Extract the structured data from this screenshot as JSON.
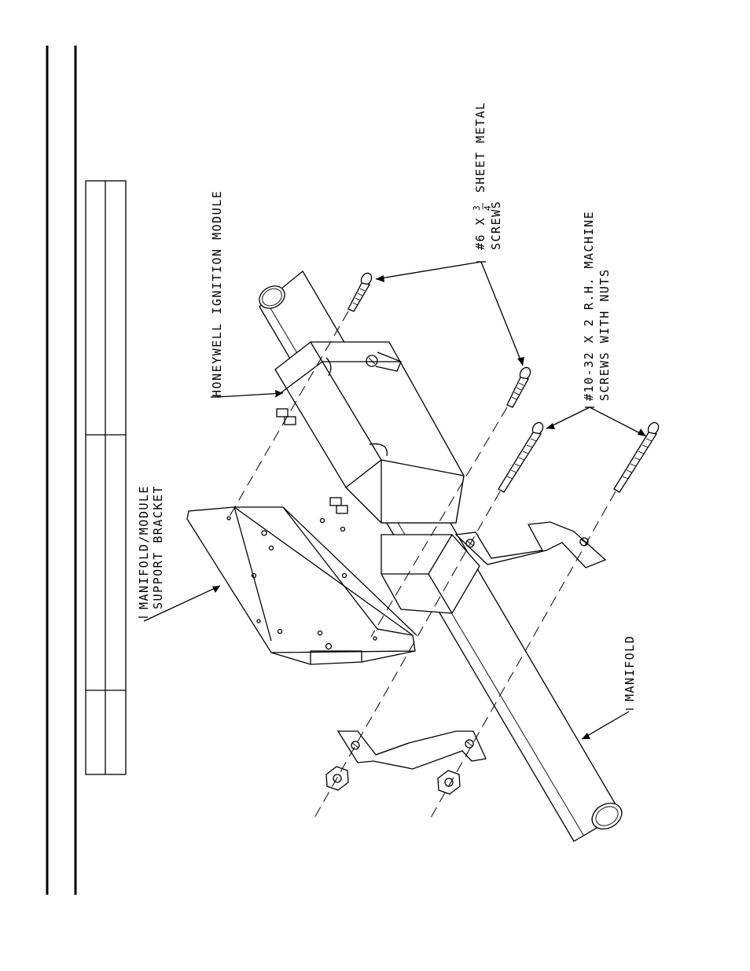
{
  "labels": {
    "ignition_module": "HONEYWELL IGNITION MODULE",
    "sheet_metal_screws_line1": "#6 X",
    "sheet_metal_frac_num": "3",
    "sheet_metal_frac_den": "4",
    "sheet_metal_screws_line1b": "SHEET METAL",
    "sheet_metal_screws_line2": "SCREWS",
    "machine_screws_line1": "#10-32 X 2 R.H. MACHINE",
    "machine_screws_line2": "SCREWS WITH NUTS",
    "bracket_line1": "MANIFOLD/MODULE",
    "bracket_line2": "SUPPORT BRACKET",
    "manifold": "MANIFOLD"
  }
}
